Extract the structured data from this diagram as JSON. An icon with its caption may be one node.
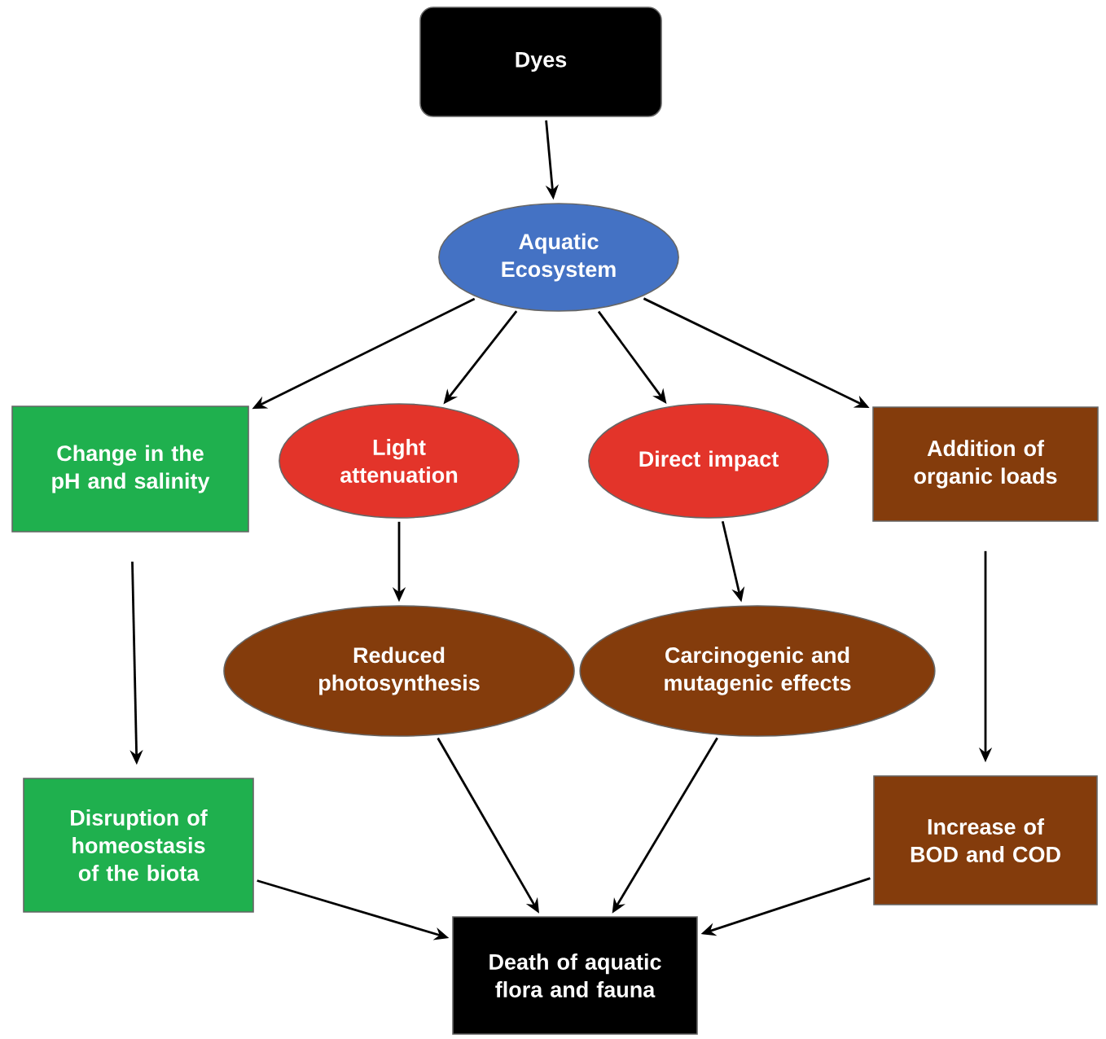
{
  "diagram": {
    "nodes": [
      {
        "text": [
          "Dyes"
        ]
      },
      {
        "text": [
          "Aquatic Ecosystem"
        ]
      },
      {
        "text": [
          "Change in the pH and salinity"
        ]
      },
      {
        "text": [
          "Light attenuation"
        ]
      },
      {
        "text": [
          "Direct impact"
        ]
      },
      {
        "text": [
          "Addition of organic loads"
        ]
      },
      {
        "text": [
          "Reduced photosynthesis"
        ]
      },
      {
        "text": [
          "Carcinogenic and mutagenic effects"
        ]
      },
      {
        "text": [
          "Disruption of homeostasis of the biota"
        ]
      },
      {
        "text": [
          "Increase of BOD and COD"
        ]
      },
      {
        "text": [
          "Death of aquatic flora and fauna"
        ]
      }
    ],
    "edges": [
      {
        "from": 0,
        "to": 1,
        "arrow": "to"
      },
      {
        "from": 1,
        "to": 2,
        "arrow": "to"
      },
      {
        "from": 1,
        "to": 3,
        "arrow": "to"
      },
      {
        "from": 1,
        "to": 4,
        "arrow": "to"
      },
      {
        "from": 1,
        "to": 5,
        "arrow": "to"
      },
      {
        "from": 2,
        "to": 8,
        "arrow": "to"
      },
      {
        "from": 3,
        "to": 6,
        "arrow": "to"
      },
      {
        "from": 4,
        "to": 7,
        "arrow": "to"
      },
      {
        "from": 5,
        "to": 9,
        "arrow": "to"
      },
      {
        "from": 6,
        "to": 10,
        "arrow": "to"
      },
      {
        "from": 7,
        "to": 10,
        "arrow": "to"
      },
      {
        "from": 8,
        "to": 10,
        "arrow": "to"
      },
      {
        "from": 9,
        "to": 10,
        "arrow": "to"
      }
    ]
  }
}
